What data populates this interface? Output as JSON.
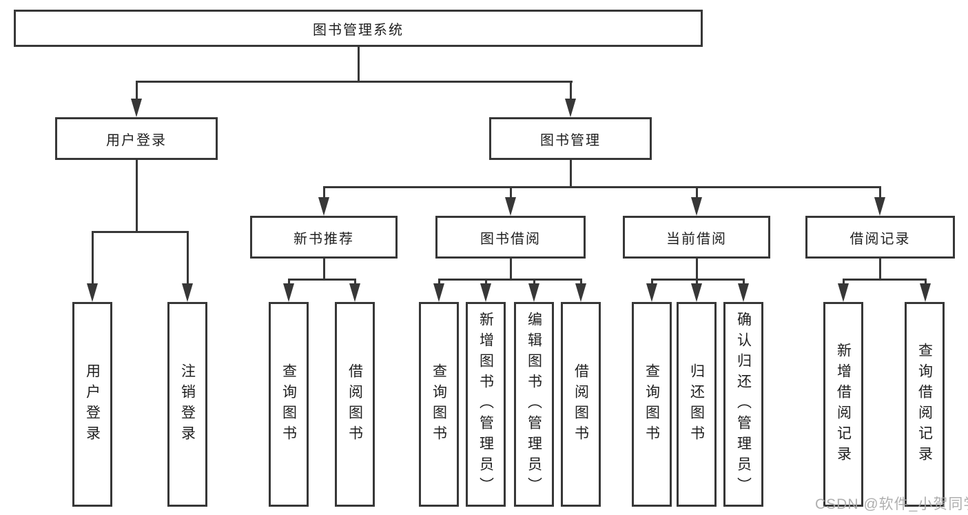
{
  "diagram": {
    "title": "图书管理系统",
    "root": {
      "label": "图书管理系统"
    },
    "level2": {
      "user_login": {
        "label": "用户登录"
      },
      "book_management": {
        "label": "图书管理"
      }
    },
    "level3": {
      "new_book_recommend": {
        "label": "新书推荐"
      },
      "book_borrowing": {
        "label": "图书借阅"
      },
      "current_borrowing": {
        "label": "当前借阅"
      },
      "borrowing_records": {
        "label": "借阅记录"
      }
    },
    "leaves": {
      "user_login": [
        "用户登录",
        "注销登录"
      ],
      "new_book_recommend": [
        "查询图书",
        "借阅图书"
      ],
      "book_borrowing": [
        "查询图书",
        "新增图书（管理员）",
        "编辑图书（管理员）",
        "借阅图书"
      ],
      "current_borrowing": [
        "查询图书",
        "归还图书",
        "确认归还（管理员）"
      ],
      "borrowing_records": [
        "新增借阅记录",
        "查询借阅记录"
      ]
    }
  },
  "watermark": {
    "text": "CSDN @软件_小贺同学"
  },
  "colors": {
    "line": "#373737",
    "text": "#1f1f1f",
    "watermark": "#a8a8a8",
    "background": "#ffffff"
  }
}
